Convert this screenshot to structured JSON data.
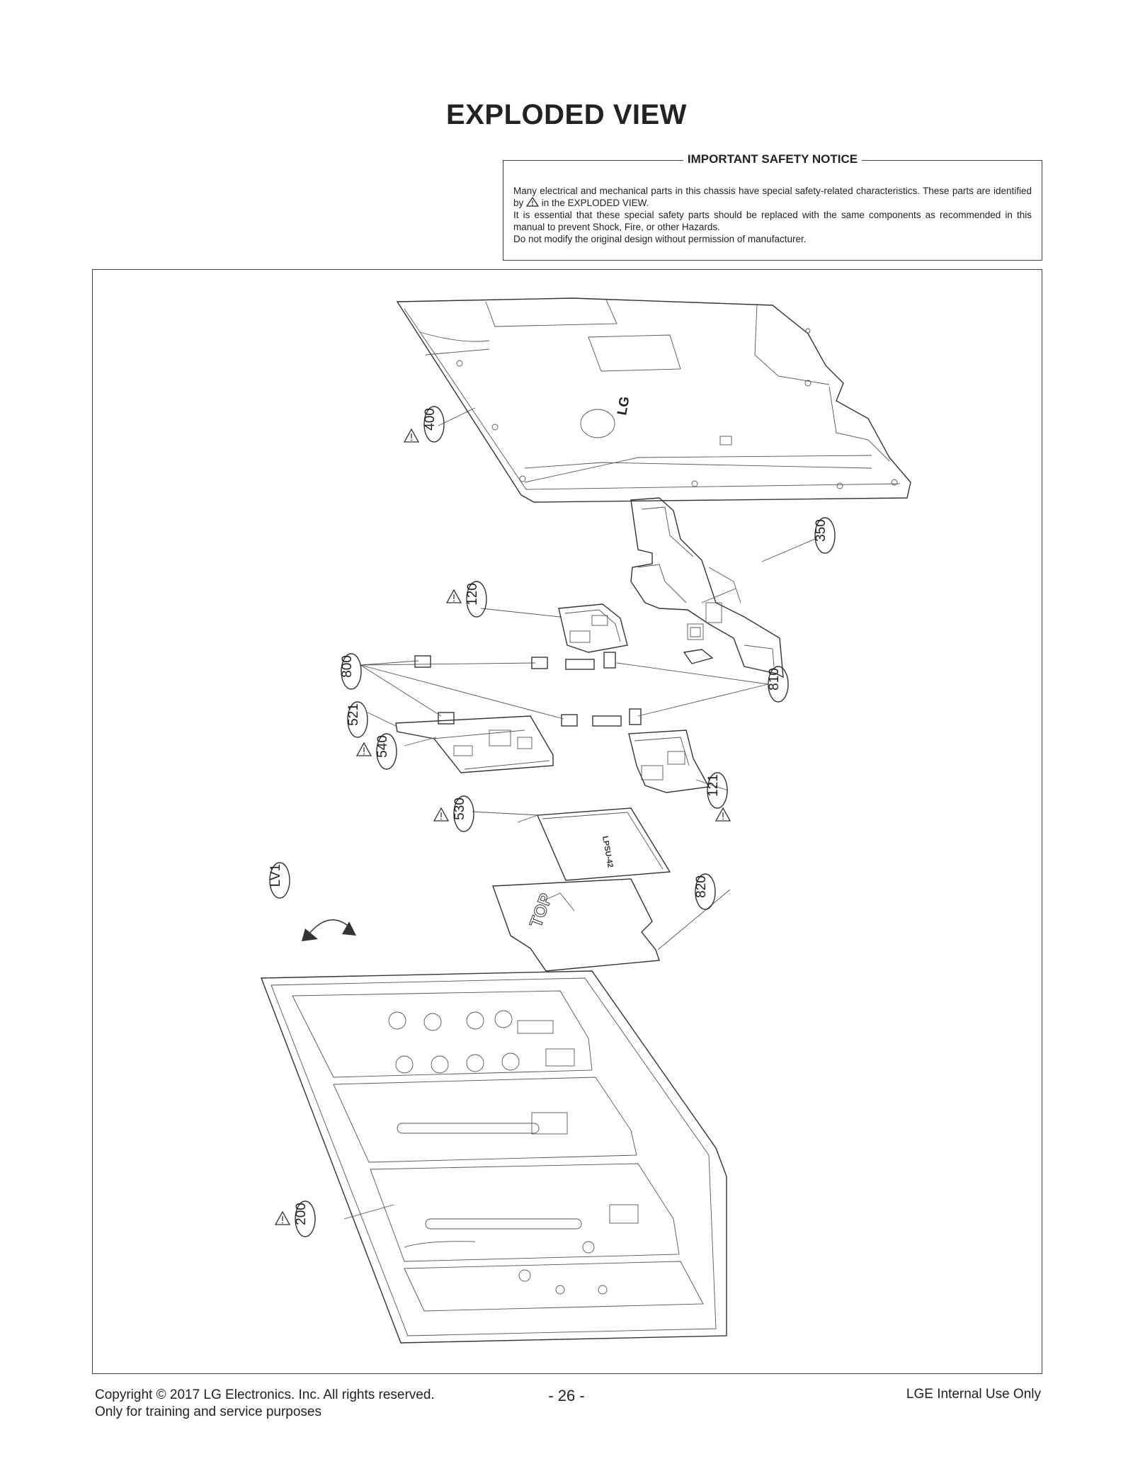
{
  "page": {
    "title": "EXPLODED VIEW"
  },
  "notice": {
    "title": "IMPORTANT SAFETY NOTICE",
    "line1a": "Many electrical and mechanical parts in this chassis have special safety-related characteristics. These parts are identified by",
    "line1b": "in the EXPLODED VIEW.",
    "line2": "It is essential that these special safety parts should be replaced with the same components as recommended in this manual to prevent Shock, Fire, or other Hazards.",
    "line3": "Do not modify the original design without permission of manufacturer."
  },
  "callouts": {
    "c400": "400",
    "c350": "350",
    "c120": "120",
    "c800": "800",
    "c810": "810",
    "c521": "521",
    "c540": "540",
    "c121": "121",
    "c530": "530",
    "clv1": "LV1",
    "c820": "820",
    "c200": "200"
  },
  "drawing_text": {
    "top_label": "TOP",
    "lg_logo": "LG"
  },
  "footer": {
    "copyright": "Copyright  © 2017 LG Electronics. Inc. All rights reserved.",
    "purpose": "Only for training and service purposes",
    "page_number": "- 26 -",
    "internal": "LGE Internal Use Only"
  }
}
